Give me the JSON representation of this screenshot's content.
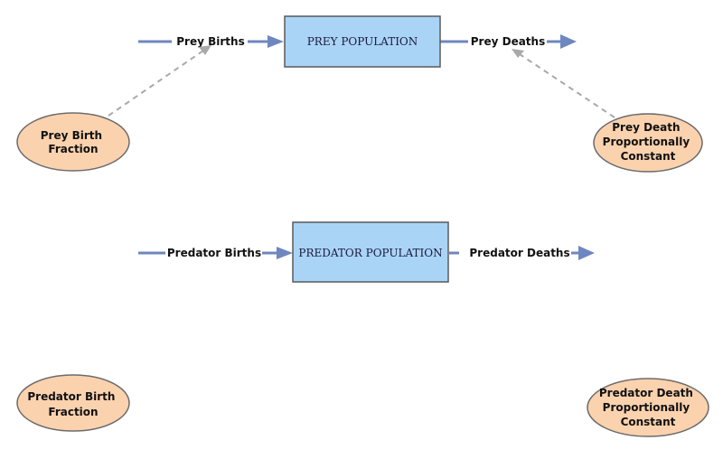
{
  "stocks": {
    "prey": {
      "label": "PREY POPULATION"
    },
    "predator": {
      "label": "PREDATOR POPULATION"
    }
  },
  "flows": {
    "prey_births": {
      "label": "Prey Births"
    },
    "prey_deaths": {
      "label": "Prey Deaths"
    },
    "predator_births": {
      "label": "Predator Births"
    },
    "predator_deaths": {
      "label": "Predator Deaths"
    }
  },
  "parameters": {
    "prey_birth_fraction": {
      "lines": [
        "Prey Birth",
        "Fraction"
      ]
    },
    "prey_death_constant": {
      "lines": [
        "Prey Death",
        "Proportionally",
        "Constant"
      ]
    },
    "predator_birth_fraction": {
      "lines": [
        "Predator Birth",
        "Fraction"
      ]
    },
    "predator_death_constant": {
      "lines": [
        "Predator Death",
        "Proportionally",
        "Constant"
      ]
    }
  },
  "colors": {
    "stock_fill": "#aad4f5",
    "parameter_fill": "#fbd2ae",
    "flow_arrow": "#6f87bf",
    "link_dash": "#a9a9a9"
  }
}
